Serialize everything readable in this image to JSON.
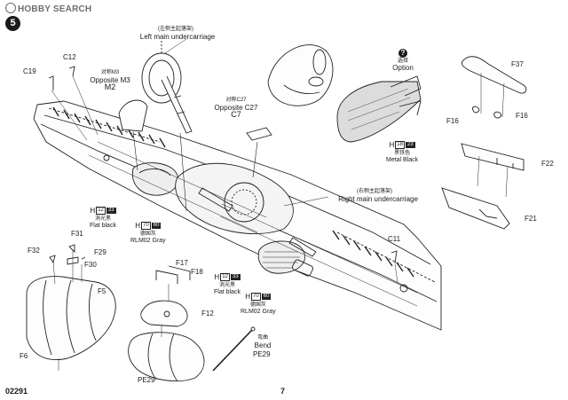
{
  "watermark": "HOBBY SEARCH",
  "step_number": "5",
  "footer": {
    "kit_code": "02291",
    "page_number": "7"
  },
  "gear_left": {
    "chinese": "(左侧主起落架)",
    "english": "Left main undercarriage"
  },
  "gear_right": {
    "chinese": "(右侧主起落架)",
    "english": "Right main undercarriage"
  },
  "opposite_m3": {
    "chinese": "对称M3",
    "english": "Opposite M3",
    "part": "M2"
  },
  "opposite_c27": {
    "chinese": "对称C27",
    "english": "Opposite C27",
    "part": "C7"
  },
  "option": {
    "icon": "?",
    "chinese": "选择",
    "english": "Option"
  },
  "paints": {
    "metal_black": {
      "prefix": "H",
      "code": "18",
      "swatch": "23",
      "chinese": "黑铁色",
      "english": "Metal Black"
    },
    "flat_black_1": {
      "prefix": "H",
      "code": "12",
      "swatch": "33",
      "chinese": "消光黑",
      "english": "Flat black"
    },
    "rlm02_1": {
      "prefix": "H",
      "code": "70",
      "swatch": "60",
      "chinese": "德国灰",
      "english": "RLM02 Gray"
    },
    "flat_black_2": {
      "prefix": "H",
      "code": "12",
      "swatch": "33",
      "chinese": "消光黑",
      "english": "Flat black"
    },
    "rlm02_2": {
      "prefix": "H",
      "code": "70",
      "swatch": "60",
      "chinese": "德国灰",
      "english": "RLM02 Gray"
    }
  },
  "bend": {
    "chinese": "弯曲",
    "english": "Bend"
  },
  "parts": {
    "c19": "C19",
    "c12": "C12",
    "f37": "F37",
    "f16a": "F16",
    "f16b": "F16",
    "f22": "F22",
    "f21": "F21",
    "c11": "C11",
    "f32": "F32",
    "f31": "F31",
    "f29": "F29",
    "f30": "F30",
    "f5": "F5",
    "f6": "F6",
    "f17": "F17",
    "f18": "F18",
    "f12": "F12",
    "pe29a": "PE29",
    "pe29b": "PE29"
  }
}
